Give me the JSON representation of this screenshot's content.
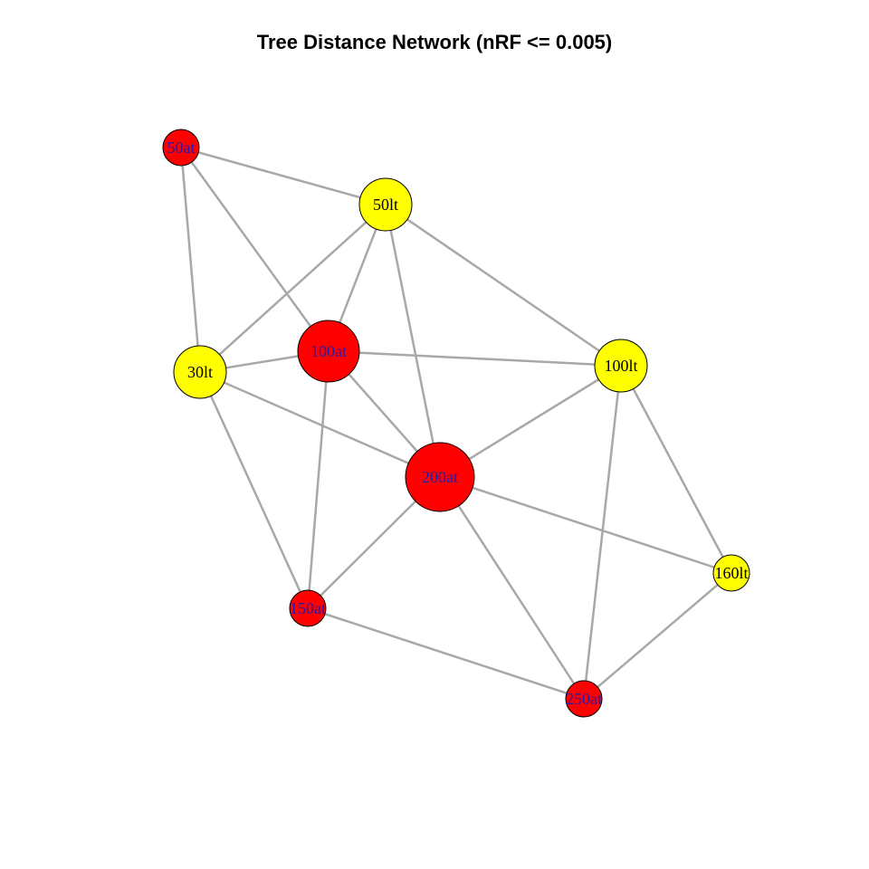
{
  "title": "Tree Distance Network (nRF <= 0.005)",
  "colors": {
    "at": "#ff0000",
    "lt": "#ffff00",
    "label_on_red": "#2a1aa8",
    "label_on_yellow": "#000000",
    "edge": "#a8a8a8"
  },
  "nodes": [
    {
      "id": "50at",
      "label": "50at",
      "group": "at",
      "size": "small"
    },
    {
      "id": "50lt",
      "label": "50lt",
      "group": "lt",
      "size": "medium"
    },
    {
      "id": "100at",
      "label": "100at",
      "group": "at",
      "size": "large"
    },
    {
      "id": "30lt",
      "label": "30lt",
      "group": "lt",
      "size": "medium"
    },
    {
      "id": "100lt",
      "label": "100lt",
      "group": "lt",
      "size": "medium"
    },
    {
      "id": "200at",
      "label": "200at",
      "group": "at",
      "size": "xlarge"
    },
    {
      "id": "160lt",
      "label": "160lt",
      "group": "lt",
      "size": "small"
    },
    {
      "id": "150at",
      "label": "150at",
      "group": "at",
      "size": "small"
    },
    {
      "id": "250at",
      "label": "250at",
      "group": "at",
      "size": "small"
    }
  ],
  "edges": [
    [
      "50at",
      "50lt"
    ],
    [
      "50at",
      "100at"
    ],
    [
      "50at",
      "30lt"
    ],
    [
      "50lt",
      "30lt"
    ],
    [
      "50lt",
      "100at"
    ],
    [
      "50lt",
      "200at"
    ],
    [
      "50lt",
      "100lt"
    ],
    [
      "30lt",
      "100at"
    ],
    [
      "30lt",
      "200at"
    ],
    [
      "30lt",
      "150at"
    ],
    [
      "100at",
      "100lt"
    ],
    [
      "100at",
      "200at"
    ],
    [
      "100at",
      "150at"
    ],
    [
      "100lt",
      "200at"
    ],
    [
      "100lt",
      "160lt"
    ],
    [
      "100lt",
      "250at"
    ],
    [
      "200at",
      "150at"
    ],
    [
      "200at",
      "160lt"
    ],
    [
      "200at",
      "250at"
    ],
    [
      "150at",
      "250at"
    ],
    [
      "160lt",
      "250at"
    ]
  ]
}
